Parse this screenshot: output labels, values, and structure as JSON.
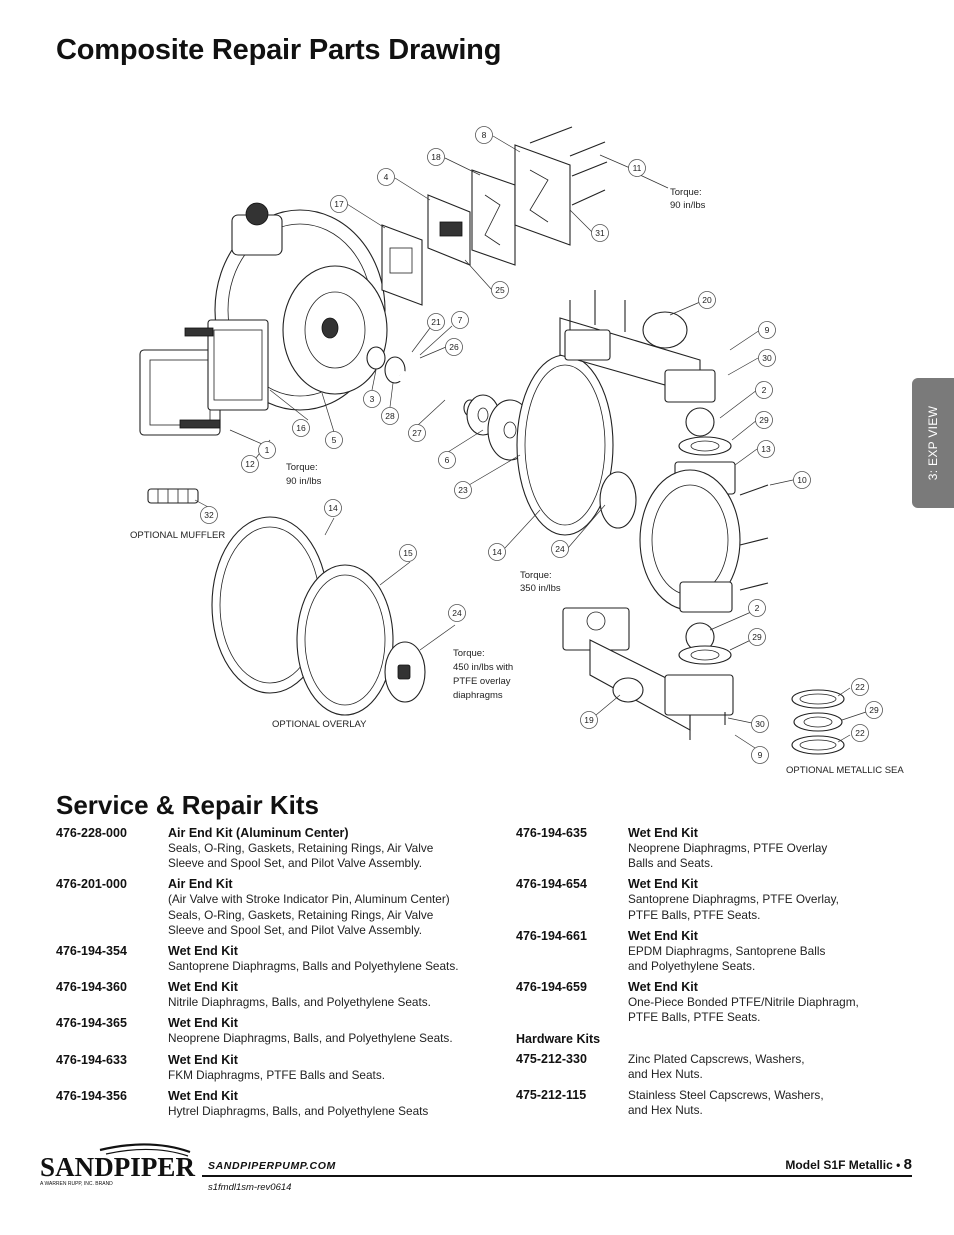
{
  "page_title": "Composite Repair Parts Drawing",
  "side_tab": "3: EXP VIEW",
  "drawing": {
    "callouts": [
      "8",
      "18",
      "4",
      "17",
      "11",
      "31",
      "25",
      "20",
      "9",
      "30",
      "2",
      "29",
      "13",
      "10",
      "21",
      "7",
      "26",
      "3",
      "28",
      "27",
      "16",
      "5",
      "1",
      "12",
      "6",
      "23",
      "14",
      "15",
      "24",
      "32",
      "2",
      "29",
      "19",
      "30",
      "9",
      "22",
      "29",
      "22",
      "14",
      "24"
    ],
    "notes": {
      "torque_top": [
        "Torque:",
        "90 in/lbs"
      ],
      "torque_left": [
        "Torque:",
        "90 in/lbs"
      ],
      "torque_mid": [
        "Torque:",
        "350 in/lbs"
      ],
      "torque_overlay": [
        "Torque:",
        "450 in/lbs with",
        "PTFE overlay",
        "diaphragms"
      ],
      "optional_muffler": "OPTIONAL MUFFLER",
      "optional_overlay": "OPTIONAL OVERLAY",
      "optional_metallic": "OPTIONAL METALLIC SEA"
    }
  },
  "section_title": "Service & Repair Kits",
  "kits_left": [
    {
      "number": "476-228-000",
      "name": "Air End Kit (Aluminum Center)",
      "desc": [
        "Seals, O-Ring, Gaskets, Retaining Rings, Air Valve",
        "Sleeve and Spool Set, and Pilot Valve Assembly."
      ]
    },
    {
      "number": "476-201-000",
      "name": "Air End Kit",
      "desc": [
        "(Air Valve with Stroke Indicator Pin, Aluminum Center)",
        "Seals, O-Ring, Gaskets, Retaining Rings, Air Valve",
        "Sleeve and Spool Set, and Pilot Valve Assembly."
      ]
    },
    {
      "number": "476-194-354",
      "name": "Wet End Kit",
      "desc": [
        "Santoprene Diaphragms, Balls and Polyethylene Seats."
      ]
    },
    {
      "number": "476-194-360",
      "name": "Wet End Kit",
      "desc": [
        "Nitrile Diaphragms, Balls, and Polyethylene Seats."
      ]
    },
    {
      "number": "476-194-365",
      "name": "Wet End Kit",
      "desc": [
        "Neoprene Diaphragms, Balls, and Polyethylene Seats."
      ]
    },
    {
      "number": "476-194-633",
      "name": "Wet End Kit",
      "desc": [
        "FKM Diaphragms, PTFE Balls and Seats."
      ]
    },
    {
      "number": "476-194-356",
      "name": "Wet End Kit",
      "desc": [
        "Hytrel Diaphragms, Balls, and Polyethylene Seats"
      ]
    }
  ],
  "kits_right": [
    {
      "number": "476-194-635",
      "name": "Wet End Kit",
      "desc": [
        "Neoprene Diaphragms, PTFE Overlay",
        "Balls and Seats."
      ]
    },
    {
      "number": "476-194-654",
      "name": "Wet End Kit",
      "desc": [
        "Santoprene Diaphragms, PTFE Overlay,",
        "PTFE Balls, PTFE Seats."
      ]
    },
    {
      "number": "476-194-661",
      "name": "Wet End Kit",
      "desc": [
        "EPDM Diaphragms, Santoprene Balls",
        "and Polyethylene Seats."
      ]
    },
    {
      "number": "476-194-659",
      "name": "Wet End Kit",
      "desc": [
        "One-Piece Bonded PTFE/Nitrile Diaphragm,",
        "PTFE Balls, PTFE Seats."
      ]
    }
  ],
  "hardware_heading": "Hardware Kits",
  "hardware_kits": [
    {
      "number": "475-212-330",
      "desc": [
        "Zinc Plated Capscrews, Washers,",
        "and Hex Nuts."
      ]
    },
    {
      "number": "475-212-115",
      "desc": [
        "Stainless Steel Capscrews, Washers,",
        "and Hex Nuts."
      ]
    }
  ],
  "footer": {
    "logo_text": "SANDPIPER",
    "logo_sub": "A WARREN RUPP, INC. BRAND",
    "url": "SANDPIPERPUMP.COM",
    "doc_code": "s1fmdl1sm-rev0614",
    "model": "Model S1F Metallic •",
    "page": "8"
  }
}
